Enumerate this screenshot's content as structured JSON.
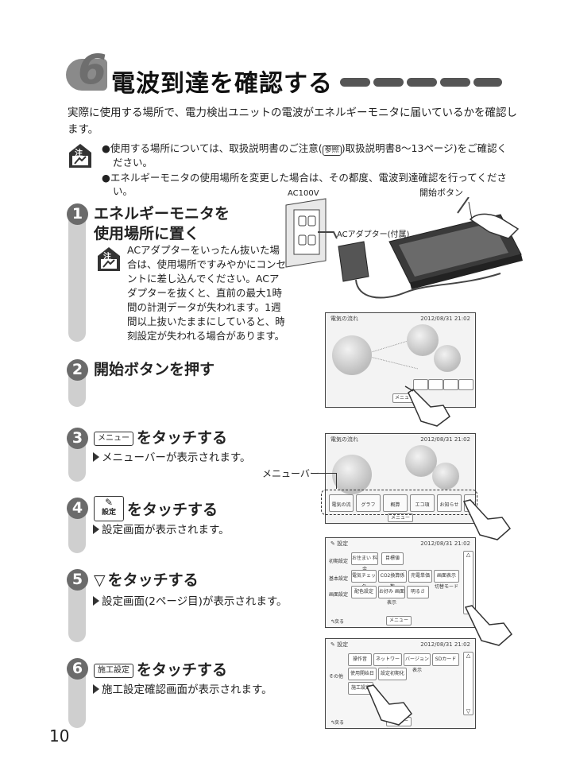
{
  "header": {
    "section_number": "6",
    "title": "電波到達を確認する"
  },
  "intro": "実際に使用する場所で、電力検出ユニットの電波がエネルギーモニタに届いているかを確認します。",
  "notes": {
    "icon_label": "注",
    "items": [
      {
        "before": "●使用する場所については、取扱説明書のご注意(",
        "ref": "参照",
        "after": ")取扱説明書8～13ページ)をご確認ください。"
      },
      {
        "before": "●エネルギーモニタの使用場所を変更した場合は、その都度、電波到達確認を行ってください。",
        "ref": "",
        "after": ""
      }
    ]
  },
  "figure1": {
    "label_ac100v": "AC100V",
    "label_adapter": "ACアダプター(付属)",
    "label_start_button": "開始ボタン"
  },
  "steps": [
    {
      "number": "1",
      "title_line1": "エネルギーモニタを",
      "title_line2": "使用場所に置く",
      "note_icon": "注",
      "note": "ACアダプターをいったん抜いた場合は、使用場所ですみやかにコンセントに差し込んでください。ACアダプターを抜くと、直前の最大1時間の計測データが失われます。1週間以上抜いたままにしていると、時刻設定が失われる場合があります。"
    },
    {
      "number": "2",
      "title": "開始ボタンを押す"
    },
    {
      "number": "3",
      "key": "メニュー",
      "title": "をタッチする",
      "result": "メニューバーが表示されます。"
    },
    {
      "number": "4",
      "key": "設定",
      "title": "をタッチする",
      "result": "設定画面が表示されます。"
    },
    {
      "number": "5",
      "key": "▽",
      "title": "をタッチする",
      "result": "設定画面(2ページ目)が表示されます。"
    },
    {
      "number": "6",
      "key": "施工設定",
      "title": "をタッチする",
      "result": "施工設定確認画面が表示されます。"
    }
  ],
  "screens": {
    "flow_title": "電気の流れ",
    "timestamp_1": "2012/08/31 21:02",
    "timestamp_2": "2012/08/31 21:02",
    "timestamp_3": "2012/08/31 21:02",
    "timestamp_4": "2012/08/31 21:02",
    "menu_label": "メニュー",
    "menubar_callout": "メニューバー",
    "menubar_items": [
      "電気の流れ",
      "グラフ",
      "概算",
      "エコ項",
      "お知らせ",
      "設定"
    ],
    "settings_title": "設定",
    "back_label": "戻る",
    "settings_p1": {
      "rows": [
        {
          "label": "初期設定",
          "buttons": [
            "お住まい 料金",
            "目標値"
          ]
        },
        {
          "label": "基本設定",
          "buttons": [
            "電気チェック",
            "CO2換算係数",
            "売電単価",
            "画面表示 切替モード"
          ]
        },
        {
          "label": "画面設定",
          "buttons": [
            "配色設定",
            "お好み 画面表示",
            "明るさ"
          ]
        }
      ]
    },
    "settings_p2": {
      "row1": [
        "操作音",
        "ネットワーク",
        "バージョン 表示",
        "SDカード"
      ],
      "row2_label": "その他",
      "row2": [
        "使用開始日",
        "設定初期化"
      ],
      "row3": [
        "施工設定"
      ]
    }
  },
  "page_number": "10"
}
